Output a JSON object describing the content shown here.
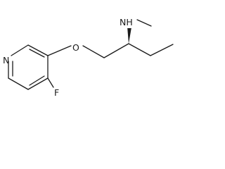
{
  "molecule": {
    "atoms": {
      "nitrogen_ring": "N",
      "oxygen": "O",
      "fluorine": "F",
      "amine": "NH"
    },
    "colors": {
      "ink": "#1a1a1a",
      "background": "#ffffff"
    }
  }
}
